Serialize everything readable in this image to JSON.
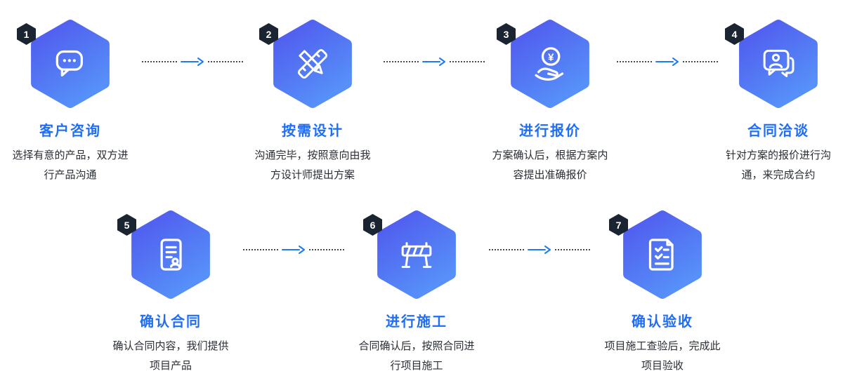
{
  "colors": {
    "accent": "#1F7CF0",
    "title_blue": "#1F6EF5",
    "hex_gradient_start": "#5058EE",
    "hex_gradient_end": "#5690F8",
    "badge_bg": "#1B2531",
    "description_text": "#2A2E35",
    "dotted_line": "#454B54",
    "background": "#FFFFFF"
  },
  "icons": {
    "currency_symbol": "¥"
  },
  "steps": [
    {
      "number": "1",
      "title": "客户咨询",
      "description": "选择有意的产品，双方进行产品沟通",
      "icon": "chat-bubble-icon"
    },
    {
      "number": "2",
      "title": "按需设计",
      "description": "沟通完毕，按照意向由我方设计师提出方案",
      "icon": "pencil-ruler-icon"
    },
    {
      "number": "3",
      "title": "进行报价",
      "description": "方案确认后，根据方案内容提出准确报价",
      "icon": "price-hand-icon"
    },
    {
      "number": "4",
      "title": "合同洽谈",
      "description": "针对方案的报价进行沟通，来完成合约",
      "icon": "negotiation-bubble-icon"
    },
    {
      "number": "5",
      "title": "确认合同",
      "description": "确认合同内容，我们提供项目产品",
      "icon": "contract-document-icon"
    },
    {
      "number": "6",
      "title": "进行施工",
      "description": "合同确认后，按照合同进行项目施工",
      "icon": "construction-barrier-icon"
    },
    {
      "number": "7",
      "title": "确认验收",
      "description": "项目施工查验后，完成此项目验收",
      "icon": "checklist-icon"
    }
  ]
}
